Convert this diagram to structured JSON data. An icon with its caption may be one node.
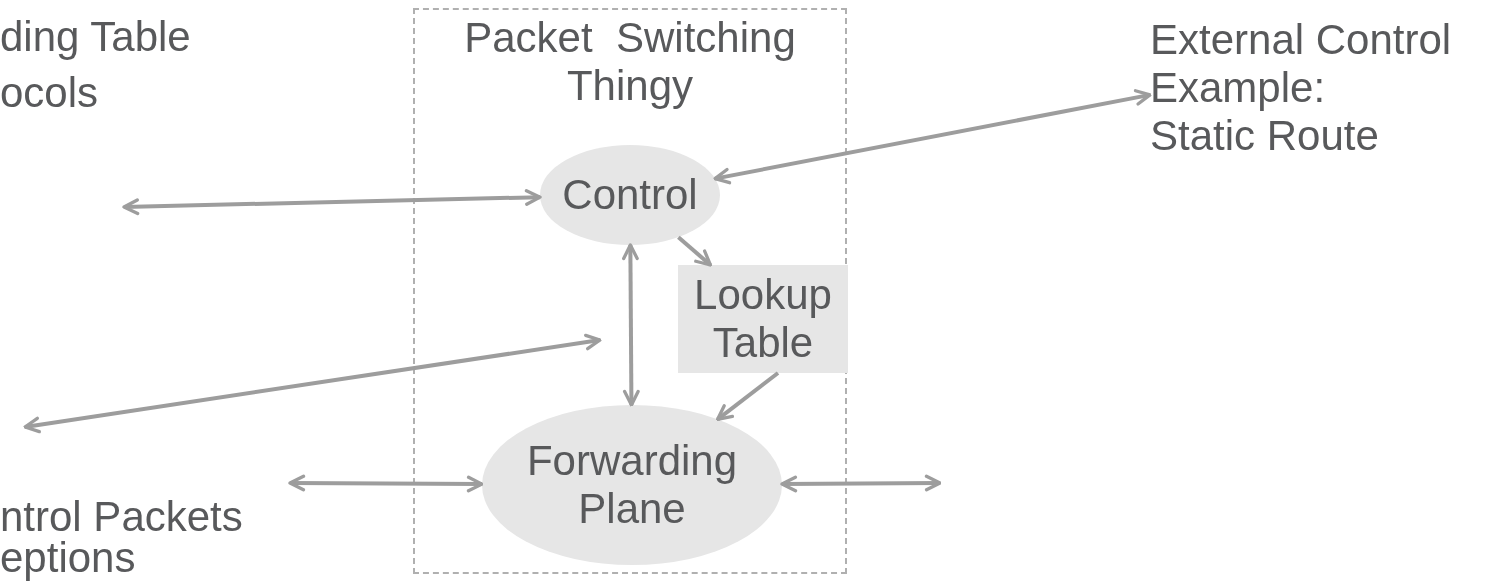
{
  "diagram": {
    "nodes": [
      {
        "text": [
          "Packet  Switching Thingy"
        ]
      },
      {
        "text": [
          "Control"
        ],
        "in": 0
      },
      {
        "text": [
          "Lookup Table"
        ],
        "in": 0
      },
      {
        "text": [
          "Forwarding Plane"
        ],
        "in": 0
      },
      {
        "text": [
          "External Control",
          "Example: Static Route"
        ]
      }
    ],
    "edges": [
      {
        "from": null,
        "to": 1,
        "arrow": "both"
      },
      {
        "from": 1,
        "to": 4,
        "arrow": "both"
      },
      {
        "from": 1,
        "to": 2,
        "arrow": "to"
      },
      {
        "from": 2,
        "to": 3,
        "arrow": "to"
      },
      {
        "from": 1,
        "to": 3,
        "arrow": "both"
      },
      {
        "from": null,
        "to": 3,
        "arrow": "both"
      },
      {
        "from": 3,
        "to": null,
        "arrow": "both"
      }
    ],
    "labels": [
      "ding Table",
      "ocols",
      "ntrol Packets",
      "eptions"
    ]
  }
}
